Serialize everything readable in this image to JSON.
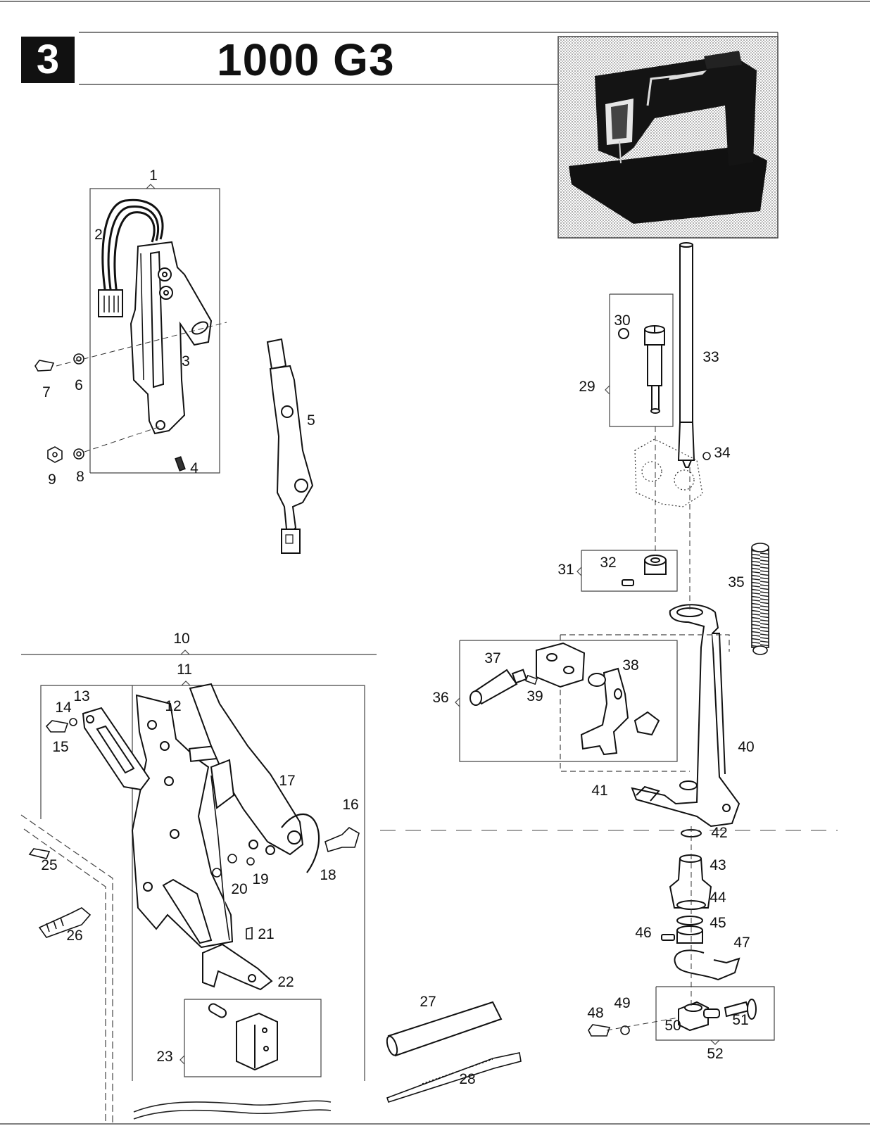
{
  "header": {
    "section_number": "3",
    "model_title": "1000 G3"
  },
  "callouts": [
    {
      "n": "1"
    },
    {
      "n": "2"
    },
    {
      "n": "3"
    },
    {
      "n": "4"
    },
    {
      "n": "5"
    },
    {
      "n": "6"
    },
    {
      "n": "7"
    },
    {
      "n": "8"
    },
    {
      "n": "9"
    },
    {
      "n": "10"
    },
    {
      "n": "11"
    },
    {
      "n": "12"
    },
    {
      "n": "13"
    },
    {
      "n": "14"
    },
    {
      "n": "15"
    },
    {
      "n": "16"
    },
    {
      "n": "17"
    },
    {
      "n": "18"
    },
    {
      "n": "19"
    },
    {
      "n": "20"
    },
    {
      "n": "21"
    },
    {
      "n": "22"
    },
    {
      "n": "23"
    },
    {
      "n": "25"
    },
    {
      "n": "26"
    },
    {
      "n": "27"
    },
    {
      "n": "28"
    },
    {
      "n": "29"
    },
    {
      "n": "30"
    },
    {
      "n": "31"
    },
    {
      "n": "32"
    },
    {
      "n": "33"
    },
    {
      "n": "34"
    },
    {
      "n": "35"
    },
    {
      "n": "36"
    },
    {
      "n": "37"
    },
    {
      "n": "38"
    },
    {
      "n": "39"
    },
    {
      "n": "40"
    },
    {
      "n": "41"
    },
    {
      "n": "42"
    },
    {
      "n": "43"
    },
    {
      "n": "44"
    },
    {
      "n": "45"
    },
    {
      "n": "46"
    },
    {
      "n": "47"
    },
    {
      "n": "48"
    },
    {
      "n": "49"
    },
    {
      "n": "50"
    },
    {
      "n": "51"
    },
    {
      "n": "52"
    }
  ]
}
